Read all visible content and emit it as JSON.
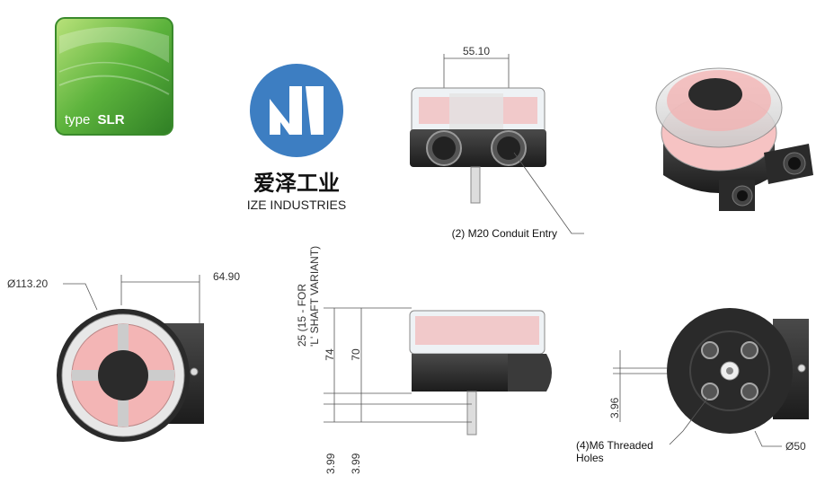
{
  "badge": {
    "prefix": "type",
    "model": "SLR"
  },
  "brand": {
    "chinese": "爱泽工业",
    "english": "IZE INDUSTRIES"
  },
  "dimensions": {
    "top_width": "55.10",
    "diameter": "Ø113.20",
    "side_offset": "64.90",
    "variant_note_1": "25 (15 - FOR",
    "variant_note_2": "'L' SHAFT VARIANT)",
    "height_74": "74",
    "height_70": "70",
    "shaft_a": "3.99",
    "shaft_b": "3.99",
    "rear_offset": "3.96",
    "rear_diameter": "Ø50"
  },
  "callouts": {
    "conduit": "(2) M20 Conduit Entry",
    "holes_1": "(4)M6 Threaded",
    "holes_2": "Holes"
  },
  "colors": {
    "badge_green": "#4fa53a",
    "logo_blue": "#3d7ec2",
    "body_black": "#2a2a2a",
    "pink_indicator": "#f2b8b8"
  }
}
